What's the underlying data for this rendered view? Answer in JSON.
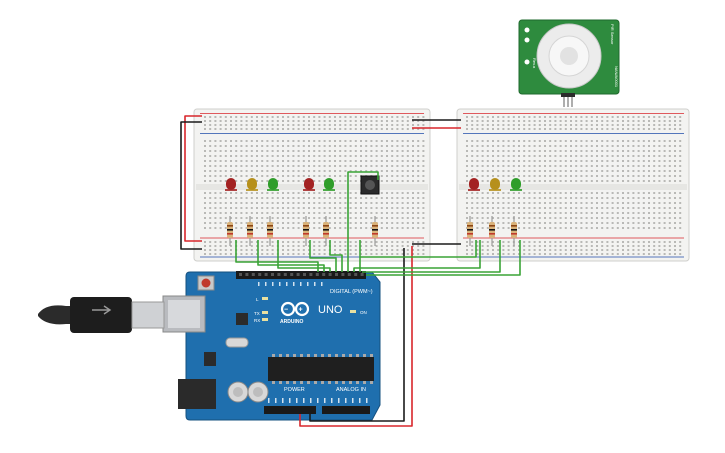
{
  "arduino": {
    "brand": "ARDUINO",
    "model": "UNO",
    "digital_header_label": "DIGITAL (PWM~)",
    "power_label": "POWER",
    "analog_label": "ANALOG IN",
    "tx_label": "TX",
    "rx_label": "RX",
    "l_label": "L",
    "on_label": "ON"
  },
  "pir_sensor": {
    "side_label": "PIR Sensor",
    "pin_label_1": "Rev.a",
    "pin_label_2": "NAN/A0001"
  },
  "colors": {
    "board_blue": "#1f6fae",
    "wire_red": "#d8262b",
    "wire_black": "#1b1b1b",
    "wire_green": "#3aa437",
    "led_red": "#a32222",
    "led_yellow": "#b6901c",
    "led_green": "#2f9d2a",
    "pir_green": "#2e8b3e",
    "breadboard": "#f3f3f1"
  },
  "components": {
    "leds_left": [
      "red",
      "yellow",
      "green",
      "red",
      "green"
    ],
    "leds_right": [
      "red",
      "yellow",
      "green"
    ],
    "button_count": 1,
    "resistor_count": 9
  }
}
